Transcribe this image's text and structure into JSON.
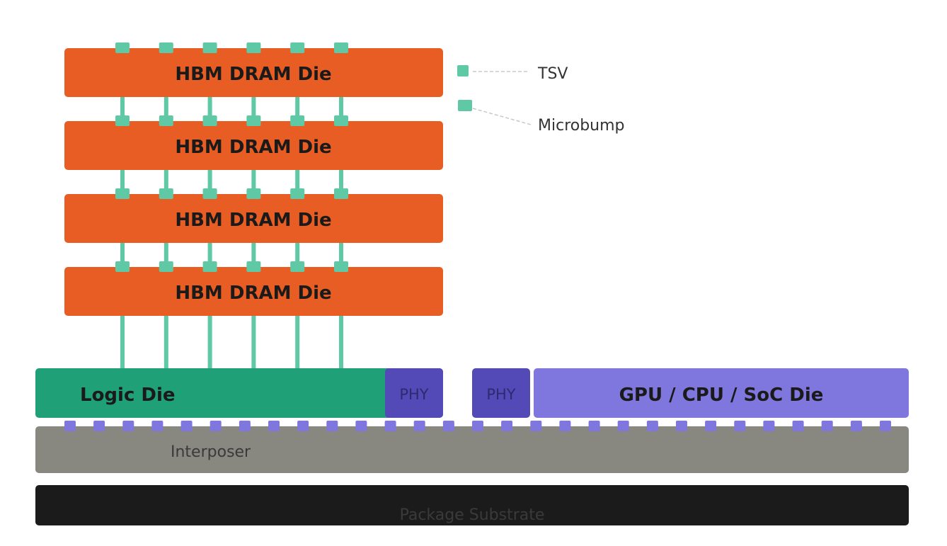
{
  "colors": {
    "dram": "#e85d24",
    "tsv": "#5ec9a4",
    "logic": "#1fa077",
    "phy": "#534ab7",
    "gpu": "#7f77dd",
    "bump": "#7f77dd",
    "interposer": "#888780",
    "substrate": "#1b1b1b",
    "leader": "#c8c8c8"
  },
  "dram_dies": [
    {
      "label": "HBM DRAM Die"
    },
    {
      "label": "HBM DRAM Die"
    },
    {
      "label": "HBM DRAM Die"
    },
    {
      "label": "HBM DRAM Die"
    }
  ],
  "logic_die": {
    "label": "Logic Die",
    "phy_label": "PHY"
  },
  "gpu_die": {
    "label": "GPU / CPU / SoC Die",
    "phy_label": "PHY"
  },
  "interposer": {
    "label": "Interposer"
  },
  "substrate": {
    "label": "Package Substrate"
  },
  "legend": {
    "tsv": "TSV",
    "microbump": "Microbump"
  },
  "tsv_count": 6,
  "microbump_count": 29
}
